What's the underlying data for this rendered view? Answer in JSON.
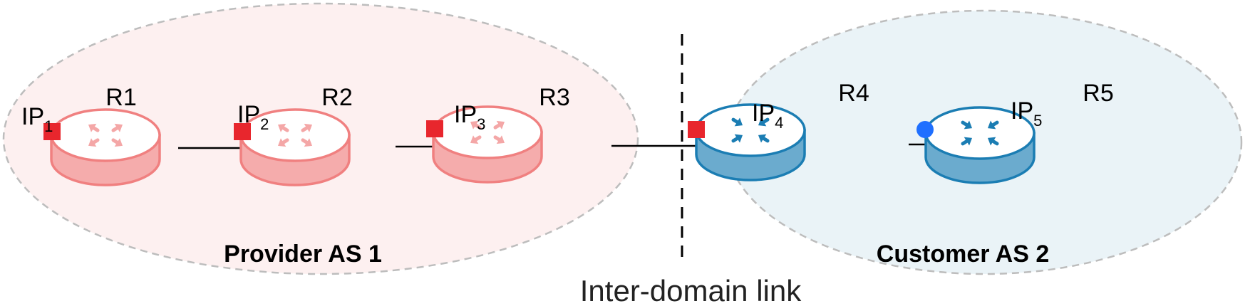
{
  "domains": {
    "provider": {
      "label": "Provider AS 1",
      "fill": "#fdf0f0",
      "stroke": "#bdbdbd"
    },
    "customer": {
      "label": "Customer AS 2",
      "fill": "#eaf3f7",
      "stroke": "#bdbdbd"
    }
  },
  "routers": [
    {
      "label": "R1",
      "icon": "router-icon",
      "color": "#f08080",
      "top": "#ffffff",
      "arrows": "#f4a7a7"
    },
    {
      "label": "R2",
      "icon": "router-icon",
      "color": "#f08080",
      "top": "#ffffff",
      "arrows": "#f4a7a7"
    },
    {
      "label": "R3",
      "icon": "router-icon",
      "color": "#f08080",
      "top": "#ffffff",
      "arrows": "#f4a7a7"
    },
    {
      "label": "R4",
      "icon": "router-icon",
      "color": "#1b7db3",
      "top": "#ffffff",
      "arrows": "#1b7db3"
    },
    {
      "label": "R5",
      "icon": "router-icon",
      "color": "#1b7db3",
      "top": "#ffffff",
      "arrows": "#1b7db3"
    }
  ],
  "interfaces": [
    {
      "name": "IP",
      "sub": "1",
      "marker": "square",
      "color": "#e8262d"
    },
    {
      "name": "IP",
      "sub": "2",
      "marker": "square",
      "color": "#e8262d"
    },
    {
      "name": "IP",
      "sub": "3",
      "marker": "square",
      "color": "#e8262d"
    },
    {
      "name": "IP",
      "sub": "4",
      "marker": "square",
      "color": "#e8262d"
    },
    {
      "name": "IP",
      "sub": "5",
      "marker": "circle",
      "color": "#1f6fff"
    }
  ],
  "boundary": {
    "caption": "Inter-domain link"
  }
}
